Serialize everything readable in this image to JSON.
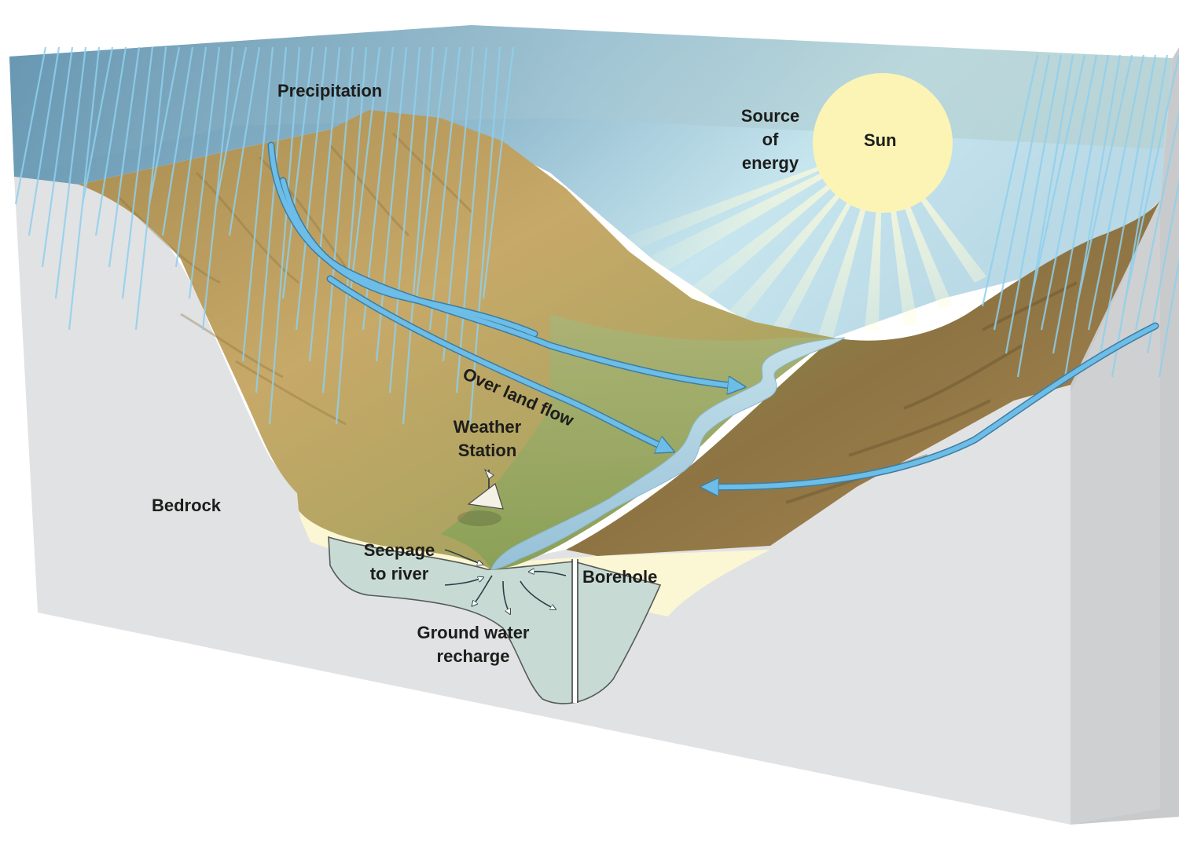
{
  "labels": {
    "precipitation": "Precipitation",
    "source_of_energy": [
      "Source",
      "of",
      "energy"
    ],
    "sun": "Sun",
    "overland_flow": "Over land flow",
    "weather_station": [
      "Weather",
      "Station"
    ],
    "bedrock": "Bedrock",
    "seepage": [
      "Seepage",
      "to river"
    ],
    "borehole": "Borehole",
    "ground_water": [
      "Ground water",
      "recharge"
    ]
  },
  "colors": {
    "sky_top": "#5e90ae",
    "sky_light": "#c5e6ef",
    "sun": "#fbf4b5",
    "bedrock_front": "#e1e2e4",
    "bedrock_side": "#c9cacc",
    "soil_layer": "#fbf6d4",
    "aquifer": "#c7dbd4",
    "hill_tan": "#b79a5c",
    "valley_green": "#8da45a",
    "river": "#a9cde0",
    "flow_arrow": "#6cbde8",
    "rain": "#8fd0ee"
  }
}
